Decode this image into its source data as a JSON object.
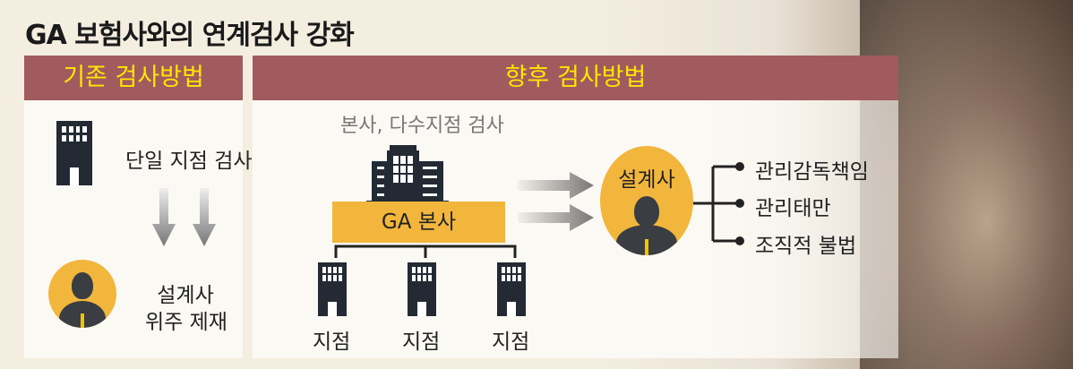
{
  "title": "GA 보험사와의 연계검사 강화",
  "left_panel": {
    "header": "기존 검사방법",
    "inspection": "단일 지점 검사",
    "result_line1": "설계사",
    "result_line2": "위주 제재"
  },
  "right_panel": {
    "header": "향후 검사방법",
    "subtitle": "본사, 다수지점 검사",
    "hq_label": "GA 본사",
    "branches": [
      "지점",
      "지점",
      "지점"
    ],
    "agent_label": "설계사",
    "outcomes": [
      "관리감독책임",
      "관리태만",
      "조직적 불법"
    ]
  },
  "colors": {
    "header_bg": "#a15b5f",
    "header_text": "#ffe600",
    "accent": "#f2b63c",
    "building": "#232a33"
  }
}
